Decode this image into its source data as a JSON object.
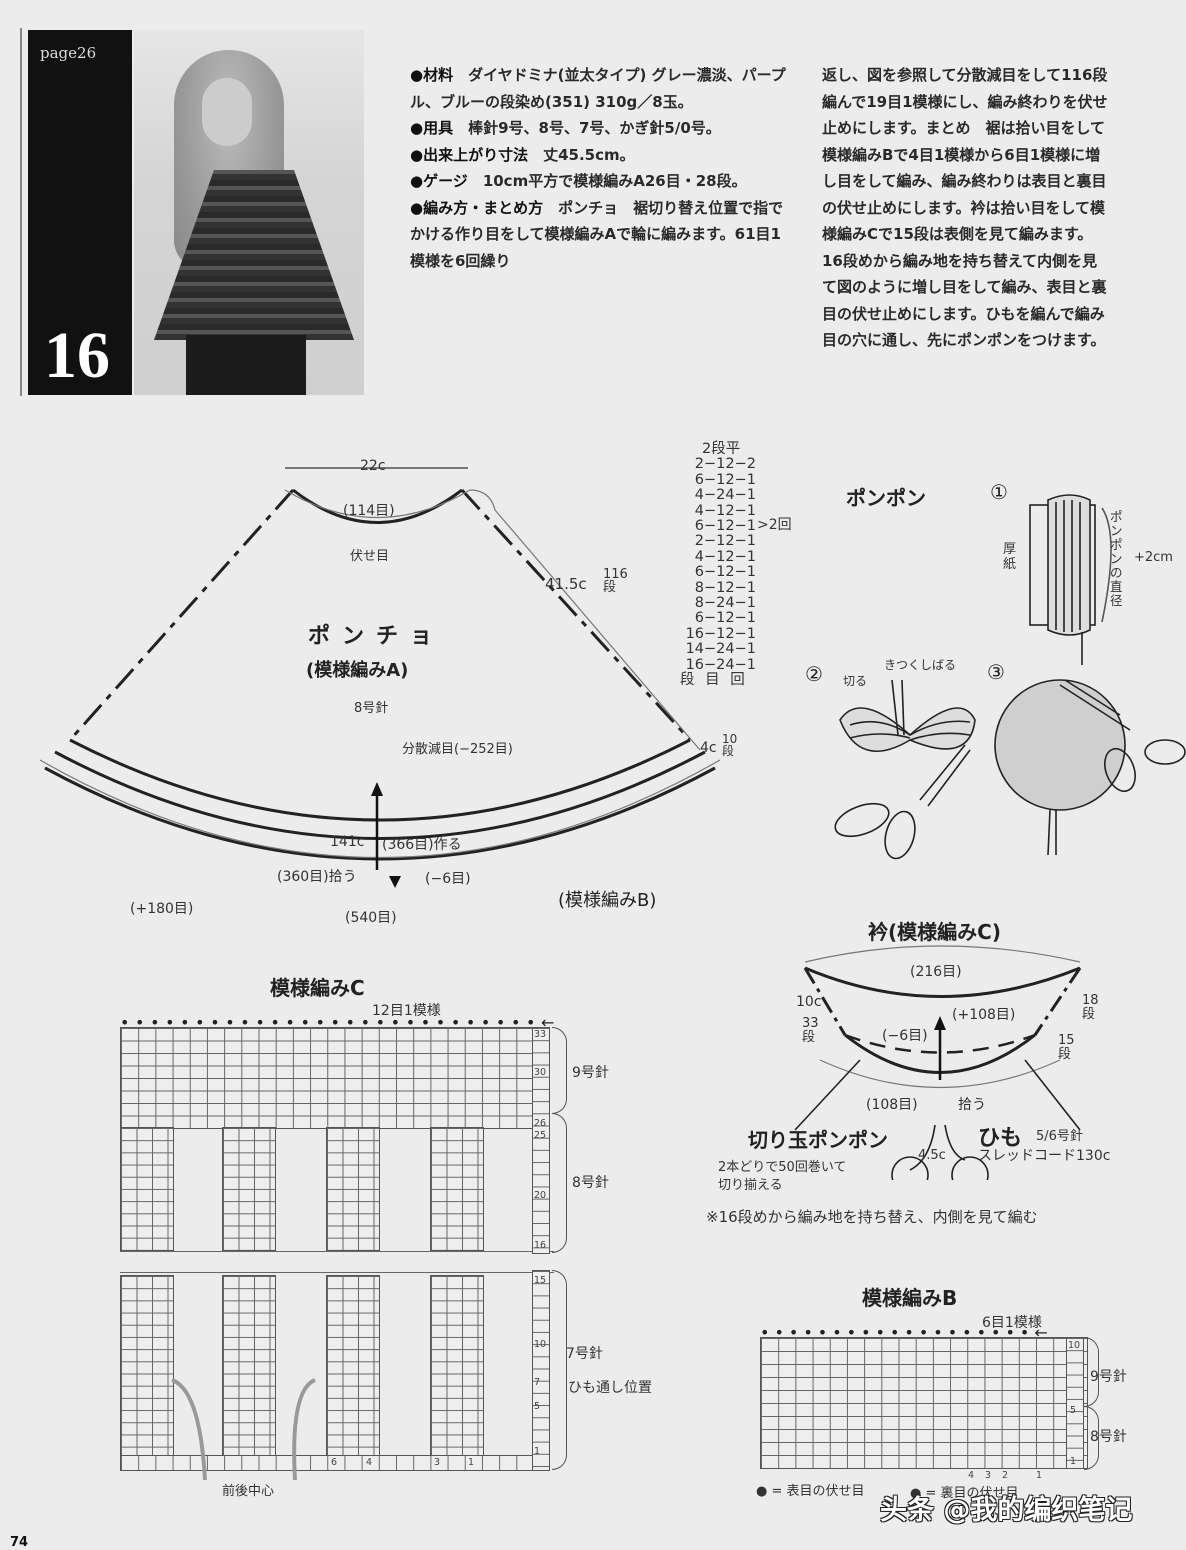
{
  "header": {
    "page_ref": "page26",
    "pattern_number": "16",
    "photo_alt": "girl-wearing-knit-poncho"
  },
  "instructions": {
    "col1": [
      {
        "label": "●材料",
        "text": "ダイヤドミナ(並太タイプ) グレー濃淡、パープル、ブルーの段染め(351) 310g／8玉。"
      },
      {
        "label": "●用具",
        "text": "棒針9号、8号、7号、かぎ針5/0号。"
      },
      {
        "label": "●出来上がり寸法",
        "text": "丈45.5cm。"
      },
      {
        "label": "●ゲージ",
        "text": "10cm平方で模様編みA26目・28段。"
      },
      {
        "label": "●編み方・まとめ方",
        "text": "ポンチョ　裾切り替え位置で指でかける作り目をして模様編みAで輪に編みます。61目1模様を6回繰り"
      }
    ],
    "col2_lines": [
      "返し、図を参照して分散減目をして116段",
      "編んで19目1模様にし、編み終わりを伏せ",
      "止めにします。まとめ　裾は拾い目をして",
      "模様編みBで4目1模様から6目1模様に増",
      "し目をして編み、編み終わりは表目と裏目",
      "の伏せ止めにします。衿は拾い目をして模",
      "様編みCで15段は表側を見て編みます。",
      "16段めから編み地を持ち替えて内側を見",
      "て図のように増し目をして編み、表目と裏",
      "目の伏せ止めにします。ひもを編んで編み",
      "目の穴に通し、先にポンポンをつけます。"
    ]
  },
  "poncho_diagram": {
    "title": "ポンチョ",
    "subtitle": "(模様編みA)",
    "needle": "8号針",
    "top_width": "22c",
    "top_stitches": "(114目)",
    "bind_off": "伏せ目",
    "side_length": "41.5c",
    "side_rows": "116段",
    "decrease": "分散減目(−252目)",
    "hem_width": "141c",
    "cast_on": "(366目)作る",
    "pick_up": "(360目)拾う",
    "minus": "(−6目)",
    "plus": "(+180目)",
    "bottom": "(540目)",
    "border_label": "(模様編みB)",
    "border_height": "4c",
    "border_rows": "10段",
    "decrease_table": {
      "header": "2段平",
      "rows": [
        "2−12−2",
        "6−12−1",
        "4−24−1",
        "4−12−1",
        "6−12−1",
        "2−12−1",
        "4−12−1",
        "6−12−1",
        "8−12−1",
        "8−24−1",
        "6−12−1",
        "16−12−1",
        "14−24−1",
        "16−24−1"
      ],
      "repeat_note": ">2回",
      "footer": "段 目 回"
    }
  },
  "pompom": {
    "title": "ポンポン",
    "steps": [
      "①",
      "②",
      "③"
    ],
    "cardboard": "厚紙",
    "diameter": "ポンポンの直径",
    "plus": "+2cm",
    "cut": "切る",
    "tie": "きつくしばる"
  },
  "collar": {
    "title": "衿(模様編みC)",
    "top": "(216目)",
    "height": "10c",
    "rows_left": "33段",
    "increase": "(+108目)",
    "rows_right_top": "18段",
    "rows_right_bottom": "15段",
    "decrease": "(−6目)",
    "pickup": "(108目)",
    "pickup_label": "拾う",
    "pompom_label": "切り玉ポンポン",
    "pompom_note1": "2本どりで50回巻いて",
    "pompom_note2": "切り揃える",
    "pompom_size": "4.5c",
    "cord": "ひも",
    "cord_needle": "5/6号針",
    "cord_desc": "スレッドコード130c",
    "note": "※16段めから編み地を持ち替え、内側を見て編む"
  },
  "chart_c": {
    "title": "模様編みC",
    "repeat": "12目1模様",
    "needle_9": "9号針",
    "needle_8": "8号針",
    "needle_7": "7号針",
    "cord_position": "ひも通し位置",
    "center": "前後中心",
    "row_numbers_top": [
      "33",
      "30",
      "26",
      "25",
      "20",
      "16"
    ],
    "row_numbers_bottom": [
      "15",
      "10",
      "7",
      "5",
      "1"
    ],
    "col_numbers": [
      "6",
      "4",
      "3",
      "1"
    ]
  },
  "chart_b": {
    "title": "模様編みB",
    "repeat": "6目1模様",
    "needle_9": "9号針",
    "needle_8": "8号針",
    "row_numbers": [
      "10",
      "5",
      "1"
    ],
    "col_numbers": [
      "4",
      "3",
      "2",
      "1"
    ]
  },
  "legend": {
    "knit_bindoff": "● = 表目の伏せ目",
    "purl_bindoff": "● = 裏目の伏せ目"
  },
  "footer": {
    "page_number": "74",
    "watermark": "头条 @我的编织笔记"
  }
}
